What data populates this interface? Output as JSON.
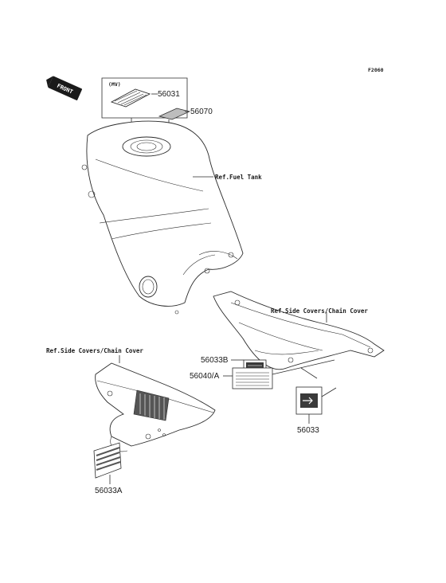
{
  "figure_code": "F2060",
  "front_label": "FRONT",
  "mv_label": "(MV)",
  "parts": {
    "p56031": "56031",
    "p56070": "56070",
    "p56033B": "56033B",
    "p56040A": "56040/A",
    "p56033": "56033",
    "p56033A": "56033A"
  },
  "refs": {
    "fuel_tank": "Ref.Fuel Tank",
    "side_covers_right": "Ref.Side Covers/Chain Cover",
    "side_covers_left": "Ref.Side Covers/Chain Cover"
  }
}
